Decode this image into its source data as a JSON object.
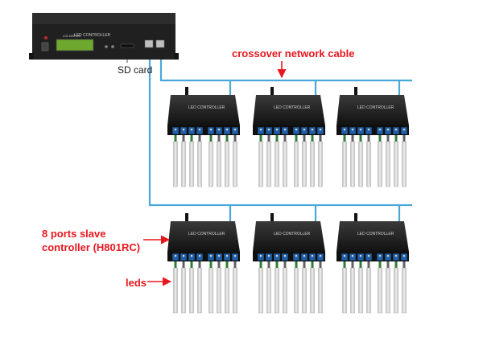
{
  "annotations": {
    "crossover_cable": "crossover network cable",
    "slave_controller_line1": "8 ports slave",
    "slave_controller_line2": "controller (H801RC)",
    "leds": "leds",
    "sd_card": "SD card"
  },
  "master_controller": {
    "panel_title": "LED CONTROLLER",
    "lcd_label": "LCD DISPLAY"
  },
  "slave_controller_label": "LED CONTROLLER",
  "colors": {
    "annotation": "#e8171e",
    "network_cable": "#4aa8d8",
    "device_body": "#1b1b1b",
    "led_strip": "#d9d9d9"
  }
}
